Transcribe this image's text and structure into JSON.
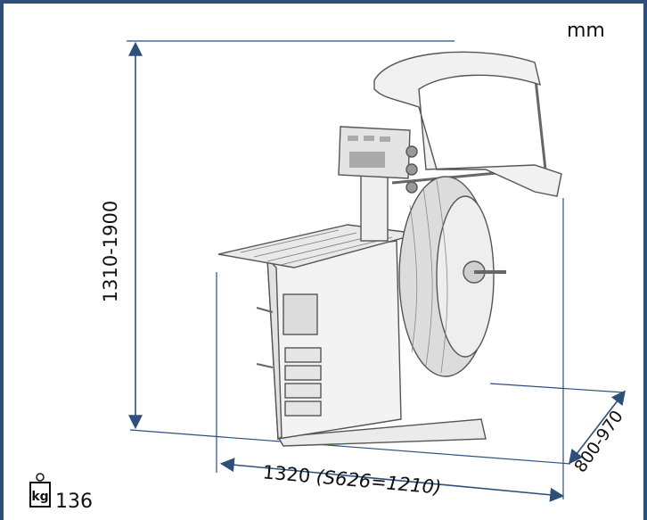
{
  "unit_label": "mm",
  "dimensions": {
    "height": "1310-1900",
    "width_main": "1320",
    "width_alt": "(S626=1210)",
    "depth": "800-970"
  },
  "weight": {
    "icon": "kg-weight-icon",
    "icon_text": "kg",
    "value": "136"
  },
  "colors": {
    "frame": "#2d4f7a",
    "dimension_lines": "#2d4f7a",
    "machine_outline": "#555555"
  }
}
